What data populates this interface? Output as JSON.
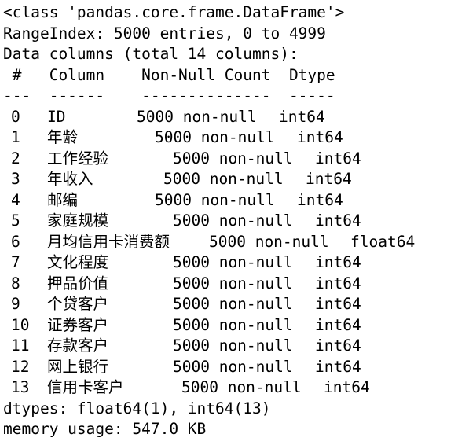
{
  "header": {
    "class_line": "<class 'pandas.core.frame.DataFrame'>",
    "range_index": "RangeIndex: 5000 entries, 0 to 4999",
    "data_columns": "Data columns (total 14 columns):",
    "col_header": " #   Column    Non-Null Count  Dtype",
    "separator": "---  ------    --------------  -----"
  },
  "rows": [
    {
      "idx": "0",
      "name": "ID",
      "count": "5000 non-null",
      "dtype": "int64"
    },
    {
      "idx": "1",
      "name": "年龄",
      "count": "5000 non-null",
      "dtype": "int64"
    },
    {
      "idx": "2",
      "name": "工作经验",
      "count": "5000 non-null",
      "dtype": "int64"
    },
    {
      "idx": "3",
      "name": "年收入",
      "count": "5000 non-null",
      "dtype": "int64"
    },
    {
      "idx": "4",
      "name": "邮编",
      "count": "5000 non-null",
      "dtype": "int64"
    },
    {
      "idx": "5",
      "name": "家庭规模",
      "count": "5000 non-null",
      "dtype": "int64"
    },
    {
      "idx": "6",
      "name": "月均信用卡消费额",
      "count": "5000 non-null",
      "dtype": "float64"
    },
    {
      "idx": "7",
      "name": "文化程度",
      "count": "5000 non-null",
      "dtype": "int64"
    },
    {
      "idx": "8",
      "name": "押品价值",
      "count": "5000 non-null",
      "dtype": "int64"
    },
    {
      "idx": "9",
      "name": "个贷客户",
      "count": "5000 non-null",
      "dtype": "int64"
    },
    {
      "idx": "10",
      "name": "证券客户",
      "count": "5000 non-null",
      "dtype": "int64"
    },
    {
      "idx": "11",
      "name": "存款客户",
      "count": "5000 non-null",
      "dtype": "int64"
    },
    {
      "idx": "12",
      "name": "网上银行",
      "count": "5000 non-null",
      "dtype": "int64"
    },
    {
      "idx": "13",
      "name": "信用卡客户",
      "count": "5000 non-null",
      "dtype": "int64"
    }
  ],
  "footer": {
    "dtypes": "dtypes: float64(1), int64(13)",
    "memory": "memory usage: 547.0 KB"
  }
}
